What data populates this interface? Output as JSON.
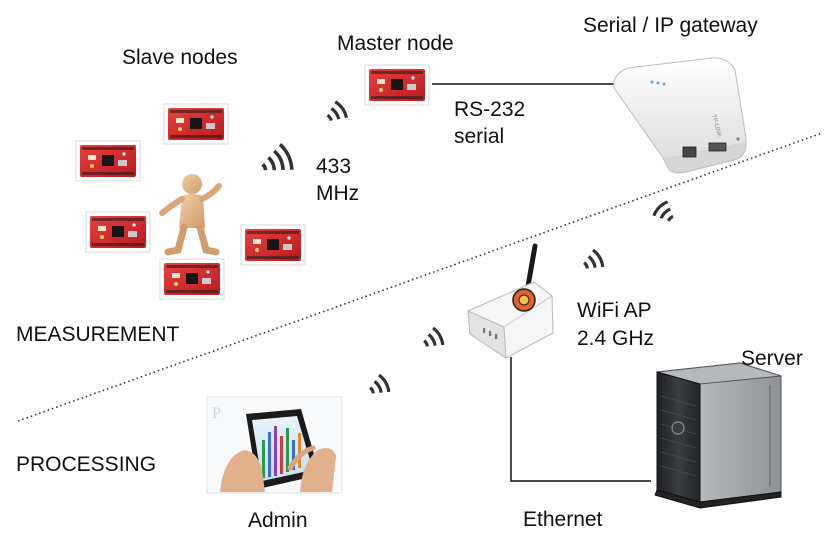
{
  "labels": {
    "slave_nodes": "Slave nodes",
    "master_node": "Master node",
    "gateway": "Serial / IP gateway",
    "rs232_line1": "RS-232",
    "rs232_line2": "serial",
    "freq_433_line1": "433",
    "freq_433_line2": "MHz",
    "wifi_line1": "WiFi AP",
    "wifi_line2": "2.4 GHz",
    "server": "Server",
    "measurement": "MEASUREMENT",
    "processing": "PROCESSING",
    "admin": "Admin",
    "ethernet": "Ethernet"
  },
  "device_text": {
    "gateway_brand": "TP-LINK"
  },
  "colors": {
    "board_red": "#d8262b",
    "board_dark": "#8f1414",
    "figure_skin": "#e8b88a",
    "router_white": "#f4f4f4",
    "server_dark": "#2b2d31",
    "line": "#111111",
    "signal": "#333333"
  }
}
